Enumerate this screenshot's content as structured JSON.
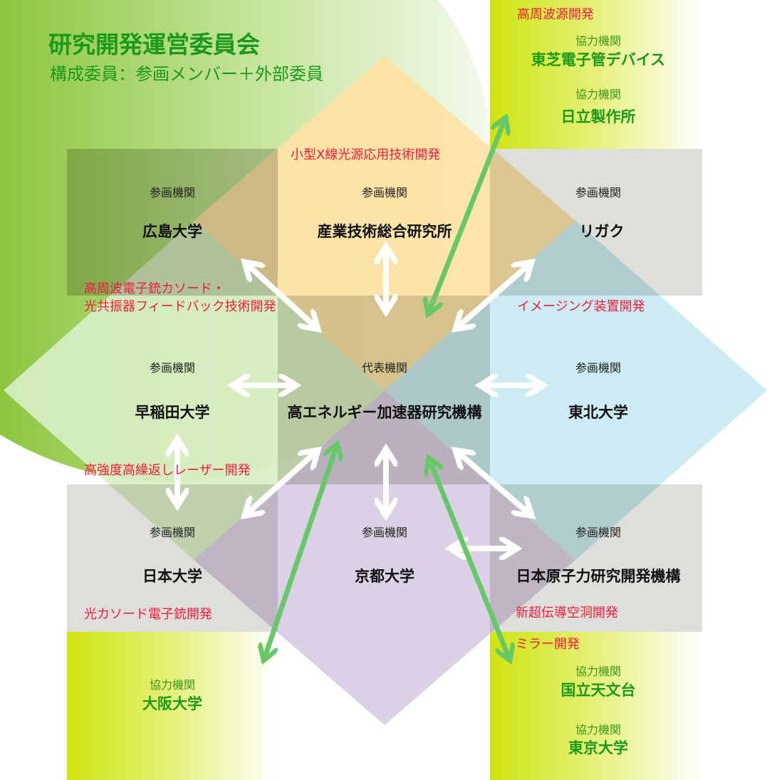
{
  "title": "研究開発運営委員会",
  "subtitle": "構成委員：参画メンバー＋外部委員",
  "colors": {
    "green": "#8dc63f",
    "orange": "#fde3a7",
    "lightgreen": "#d8eec5",
    "blue": "#c9eaf1",
    "purple": "#dacde5",
    "gray": "#d8d8d4",
    "lime": "#d4e616",
    "topic": "#ee1c3c",
    "arrow_green": "#66c866"
  },
  "participants": {
    "hiroshima": {
      "role": "参画機関",
      "name": "広島大学"
    },
    "aist": {
      "role": "参画機関",
      "name": "産業技術総合研究所"
    },
    "rigaku": {
      "role": "参画機関",
      "name": "リガク"
    },
    "waseda": {
      "role": "参画機関",
      "name": "早稲田大学"
    },
    "kek": {
      "role": "代表機関",
      "name": "高エネルギー加速器研究機構"
    },
    "tohoku": {
      "role": "参画機関",
      "name": "東北大学"
    },
    "nihon": {
      "role": "参画機関",
      "name": "日本大学"
    },
    "kyoto": {
      "role": "参画機関",
      "name": "京都大学"
    },
    "jaea": {
      "role": "参画機関",
      "name": "日本原子力研究開発機構"
    }
  },
  "collaborators": {
    "toshiba": {
      "role": "協力機関",
      "name": "東芝電子管デバイス"
    },
    "hitachi": {
      "role": "協力機関",
      "name": "日立製作所"
    },
    "osaka": {
      "role": "協力機関",
      "name": "大阪大学"
    },
    "naoj": {
      "role": "協力機関",
      "name": "国立天文台"
    },
    "tokyo": {
      "role": "協力機関",
      "name": "東京大学"
    }
  },
  "topics": {
    "rf_source": "高周波源開発",
    "xray": "小型X線光源応用技術開発",
    "rf_gun_1": "高周波電子銃カソード・",
    "rf_gun_2": "光共振器フィードバック技術開発",
    "imaging": "イメージング装置開発",
    "laser": "高強度高繰返しレーザー開発",
    "photocathode": "光カソード電子銃開発",
    "scrf": "新超伝導空洞開発",
    "mirror": "ミラー開発"
  }
}
